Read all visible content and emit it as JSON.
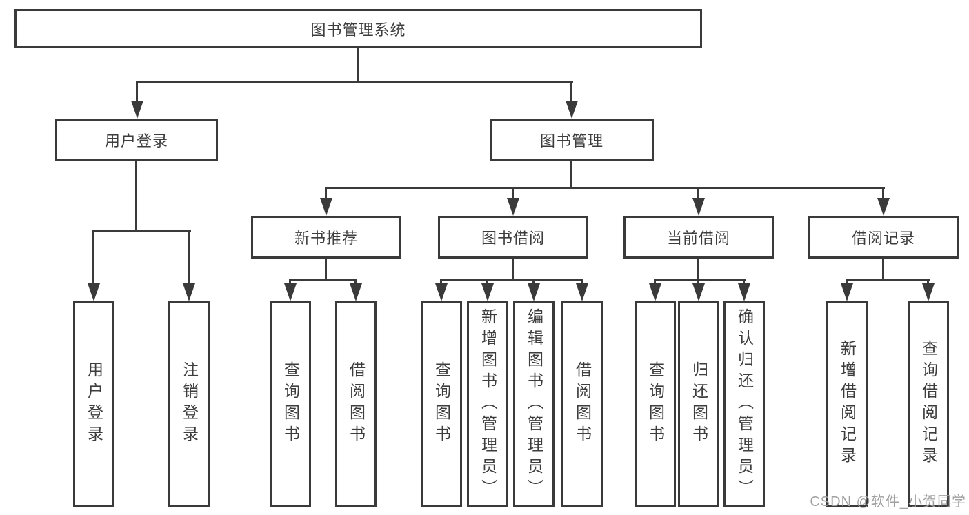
{
  "diagram": {
    "tree": {
      "root": {
        "label": "图书管理系统"
      },
      "branches": [
        {
          "label": "用户登录",
          "children": [
            {
              "label": "用户登录"
            },
            {
              "label": "注销登录"
            }
          ]
        },
        {
          "label": "图书管理",
          "groups": [
            {
              "label": "新书推荐",
              "children": [
                {
                  "label": "查询图书"
                },
                {
                  "label": "借阅图书"
                }
              ]
            },
            {
              "label": "图书借阅",
              "children": [
                {
                  "label": "查询图书"
                },
                {
                  "label": "新增图书（管理员）"
                },
                {
                  "label": "编辑图书（管理员）"
                },
                {
                  "label": "借阅图书"
                }
              ]
            },
            {
              "label": "当前借阅",
              "children": [
                {
                  "label": "查询图书"
                },
                {
                  "label": "归还图书"
                },
                {
                  "label": "确认归还（管理员）"
                }
              ]
            },
            {
              "label": "借阅记录",
              "children": [
                {
                  "label": "新增借阅记录"
                },
                {
                  "label": "查询借阅记录"
                }
              ]
            }
          ]
        }
      ]
    },
    "colors": {
      "line": "#3a3a3a",
      "text": "#3d3d3d",
      "background": "#ffffff",
      "watermark": "#a0a0a0"
    }
  },
  "watermark": {
    "text": "CSDN @软件_小贺同学"
  }
}
